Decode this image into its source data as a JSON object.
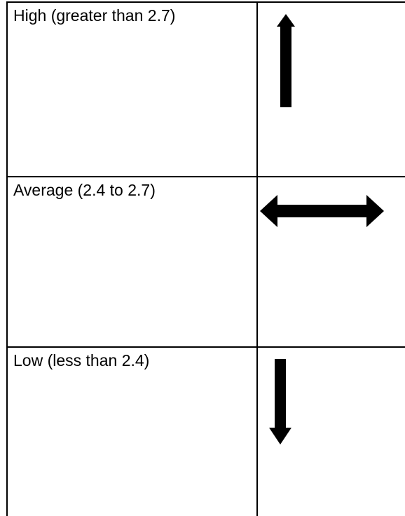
{
  "legend": {
    "rows": [
      {
        "label": "High (greater than 2.7)",
        "icon": "up-arrow-icon"
      },
      {
        "label": "Average (2.4 to 2.7)",
        "icon": "left-right-arrow-icon"
      },
      {
        "label": "Low (less than 2.4)",
        "icon": "down-arrow-icon"
      }
    ]
  }
}
